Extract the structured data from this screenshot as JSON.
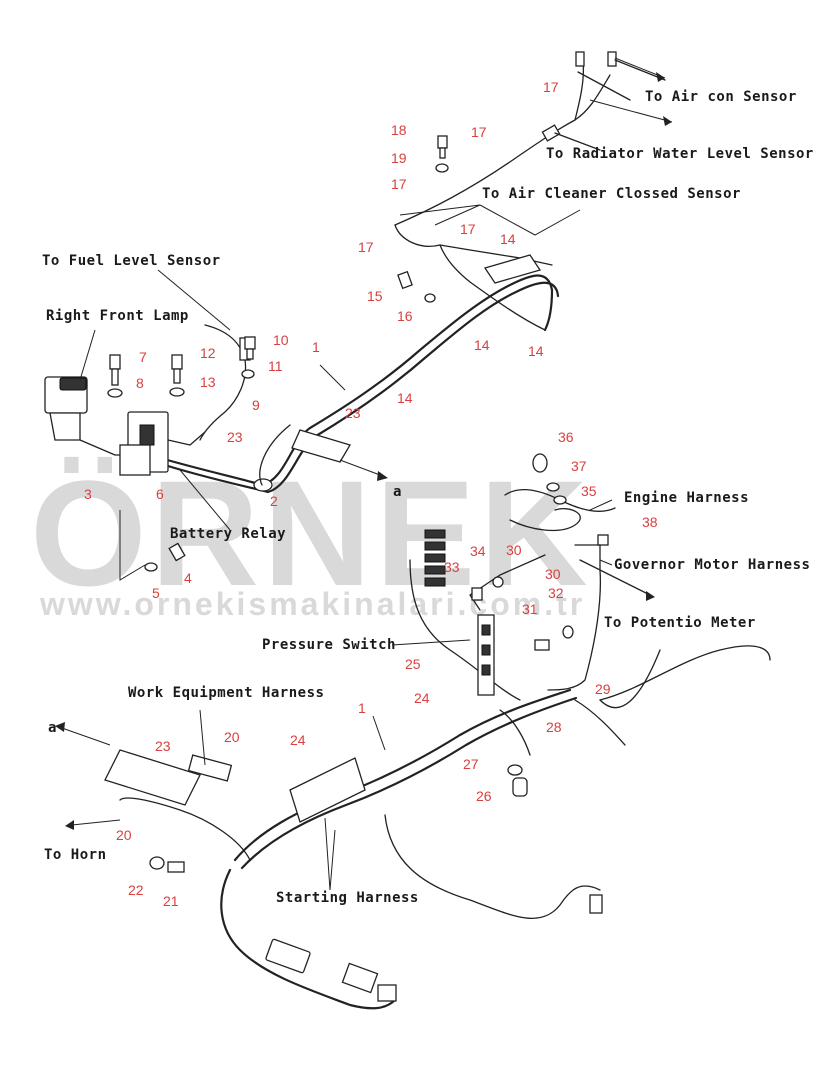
{
  "watermark": {
    "brand": "ÖRNEK",
    "url": "www.ornekismakinalari.com.tr"
  },
  "labels": {
    "to_aircon_sensor": "To Air con Sensor",
    "to_radiator_sensor": "To Radiator Water Level Sensor",
    "to_air_cleaner_sensor": "To Air Cleaner Clossed Sensor",
    "to_fuel_level_sensor": "To Fuel Level Sensor",
    "right_front_lamp": "Right Front Lamp",
    "battery_relay": "Battery Relay",
    "engine_harness": "Engine Harness",
    "governor_motor_harness": "Governor Motor Harness",
    "to_potentio_meter": "To Potentio Meter",
    "pressure_switch": "Pressure Switch",
    "work_equipment_harness": "Work Equipment Harness",
    "to_horn": "To Horn",
    "starting_harness": "Starting Harness",
    "arrow_a_top": "a",
    "arrow_a_bottom": "a"
  },
  "part_numbers": {
    "p1_top": "1",
    "p1_bottom": "1",
    "p2": "2",
    "p3": "3",
    "p4": "4",
    "p5": "5",
    "p6": "6",
    "p7": "7",
    "p8": "8",
    "p9": "9",
    "p10": "10",
    "p11": "11",
    "p12": "12",
    "p13": "13",
    "p14_a": "14",
    "p14_b": "14",
    "p14_c": "14",
    "p14_d": "14",
    "p15": "15",
    "p16": "16",
    "p17_a": "17",
    "p17_b": "17",
    "p17_c": "17",
    "p17_d": "17",
    "p17_e": "17",
    "p18": "18",
    "p19": "19",
    "p20_a": "20",
    "p20_b": "20",
    "p21": "21",
    "p22": "22",
    "p23_a": "23",
    "p23_b": "23",
    "p23_c": "23",
    "p24_a": "24",
    "p24_b": "24",
    "p25": "25",
    "p26": "26",
    "p27": "27",
    "p28": "28",
    "p29": "29",
    "p30_a": "30",
    "p30_b": "30",
    "p31": "31",
    "p32": "32",
    "p33": "33",
    "p34": "34",
    "p35": "35",
    "p36": "36",
    "p37": "37",
    "p38": "38"
  }
}
